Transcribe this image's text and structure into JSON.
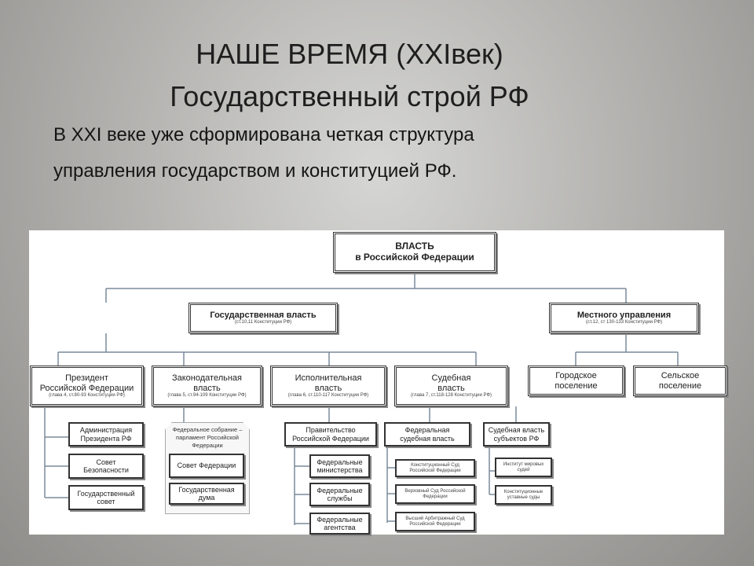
{
  "slide": {
    "title_line1": "НАШЕ ВРЕМЯ (XXIвек)",
    "title_line2": "Государственный строй РФ",
    "body_line1": "В  XXI веке уже сформирована четкая  структура",
    "body_line2": "управления государством и конституцией РФ."
  },
  "diagram": {
    "root": {
      "line1": "ВЛАСТЬ",
      "line2": "в Российской Федерации"
    },
    "state": {
      "title": "Государственная власть",
      "ref": "(ст.10,11 Конституции РФ)"
    },
    "local": {
      "title": "Местного управления",
      "ref": "(ст.12, ст 130-133 Конституции РФ)"
    },
    "president": {
      "line1": "Президент",
      "line2": "Российской Федерации",
      "ref": "(глава 4, ст.80-93 Конституции РФ)",
      "children": [
        "Администрация Президента РФ",
        "Совет Безопасности",
        "Государственный совет"
      ]
    },
    "legislative": {
      "line1": "Законодательная",
      "line2": "власть",
      "ref": "(глава 5, ст.94-109 Конституции РФ)",
      "assembly": "Федеральное собрание – парламент Российской Федерации",
      "children": [
        "Совет Федерации",
        "Государственная дума"
      ]
    },
    "executive": {
      "line1": "Исполнительная",
      "line2": "власть",
      "ref": "(глава 6, ст.110-117 Конституции РФ)",
      "government": "Правительство Российской Федерации",
      "children": [
        "Федеральные министерства",
        "Федеральные службы",
        "Федеральные агентства"
      ]
    },
    "judicial": {
      "line1": "Судебная",
      "line2": "власть",
      "ref": "(глава 7, ст.118-128 Конституции РФ)",
      "federal": "Федеральная судебная власть",
      "federal_children": [
        "Конституционный Суд Российской Федерации",
        "Верховный Суд Российской Федерации",
        "Высший Арбитражный Суд Российской Федерации"
      ],
      "regional": "Судебная власть субъектов РФ",
      "regional_children": [
        "Институт мировых судей",
        "Конституционные уставные суды"
      ]
    },
    "urban": "Городское поселение",
    "rural": "Сельское поселение"
  }
}
